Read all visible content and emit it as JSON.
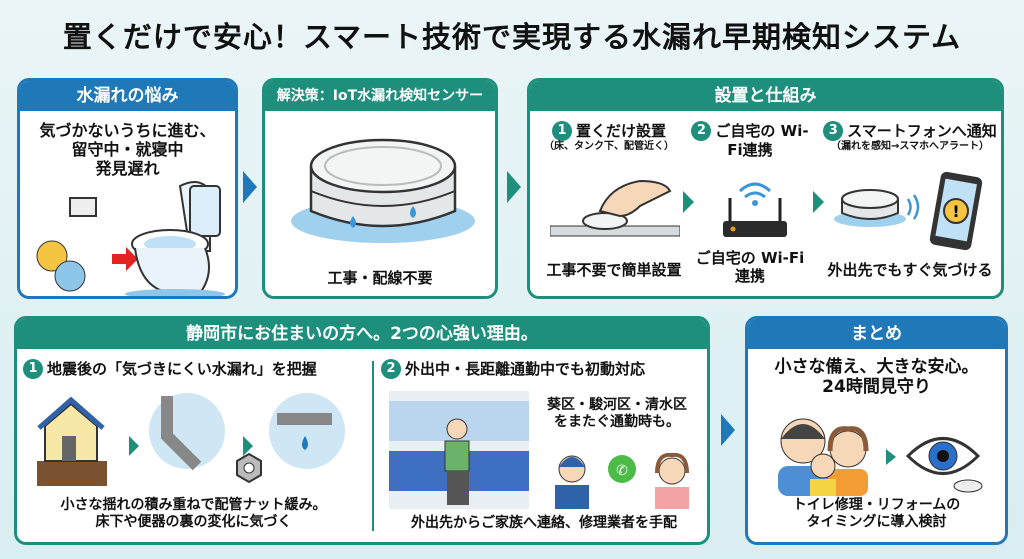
{
  "title": "置くだけで安心！スマート技術で実現する水漏れ早期検知システム",
  "problem": {
    "header": "水漏れの悩み",
    "text": [
      "気づかないうちに進む、",
      "留守中・就寝中",
      "発見遅れ"
    ]
  },
  "solution": {
    "header": "解決策：IoT水漏れ検知センサー",
    "caption": "工事・配線不要"
  },
  "setup": {
    "header": "設置と仕組み",
    "steps": [
      {
        "num": "1",
        "title": "置くだけ設置",
        "sub": "（床、タンク下、配管近く）",
        "caption": "工事不要で簡単設置"
      },
      {
        "num": "2",
        "title": "ご自宅の Wi-Fi連携",
        "sub": "",
        "caption": "ご自宅の Wi-Fi連携"
      },
      {
        "num": "3",
        "title": "スマートフォンへ通知",
        "sub": "（漏れを感知→スマホへアラート）",
        "caption": "外出先でもすぐ気づける"
      }
    ]
  },
  "reasons": {
    "header": "静岡市にお住まいの方へ。2つの心強い理由。",
    "items": [
      {
        "num": "1",
        "title": "地震後の「気づきにくい水漏れ」を把握",
        "caption": [
          "小さな揺れの積み重ねで配管ナット緩み。",
          "床下や便器の裏の変化に気づく"
        ]
      },
      {
        "num": "2",
        "title": "外出中・長距離通勤中でも初動対応",
        "note": [
          "葵区・駿河区・清水区",
          "をまたぐ通勤時も。"
        ],
        "caption": "外出先からご家族へ連絡、修理業者を手配"
      }
    ]
  },
  "summary": {
    "header": "まとめ",
    "text": [
      "小さな備え、大きな安心。",
      "24時間見守り"
    ],
    "caption": [
      "トイレ修理・リフォームの",
      "タイミングに導入検討"
    ]
  }
}
